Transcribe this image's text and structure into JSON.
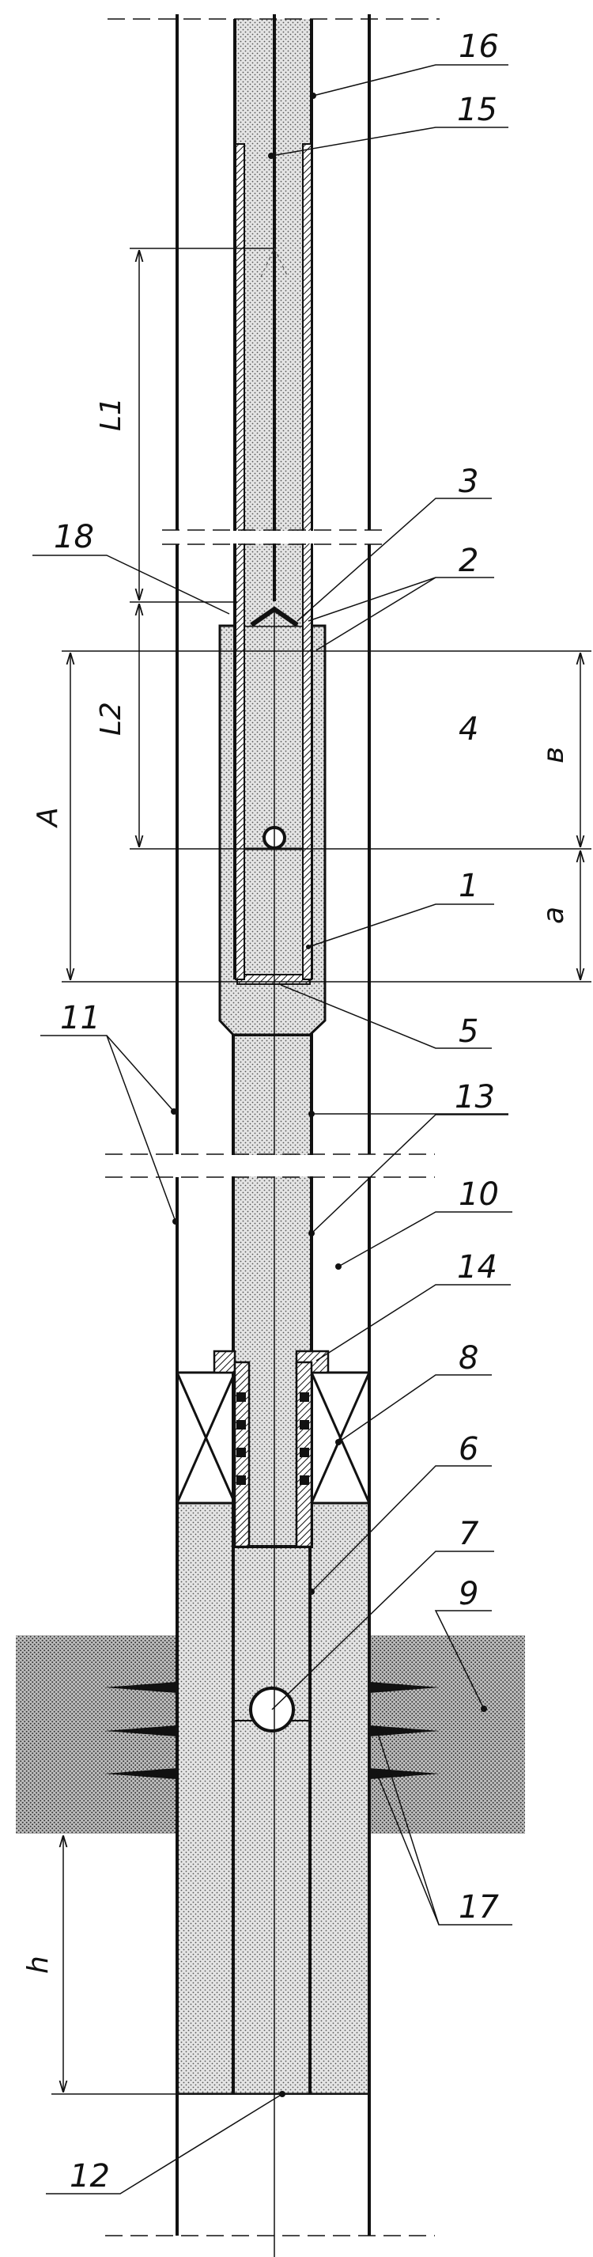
{
  "colors": {
    "ink": "#111111",
    "stipple": "#8a8a8a",
    "formation": "#6e6e6e",
    "paper": "#ffffff"
  },
  "labels": {
    "l1": "1",
    "l2": "2",
    "l3": "3",
    "l4": "4",
    "l5": "5",
    "l6": "6",
    "l7": "7",
    "l8": "8",
    "l9": "9",
    "l10": "10",
    "l11": "11",
    "l12": "12",
    "l13": "13",
    "l14": "14",
    "l15": "15",
    "l16": "16",
    "l17": "17",
    "l18": "18"
  },
  "dimensions": {
    "L1": "L1",
    "L2": "L2",
    "A": "A",
    "b": "в",
    "a": "a",
    "h": "h"
  }
}
